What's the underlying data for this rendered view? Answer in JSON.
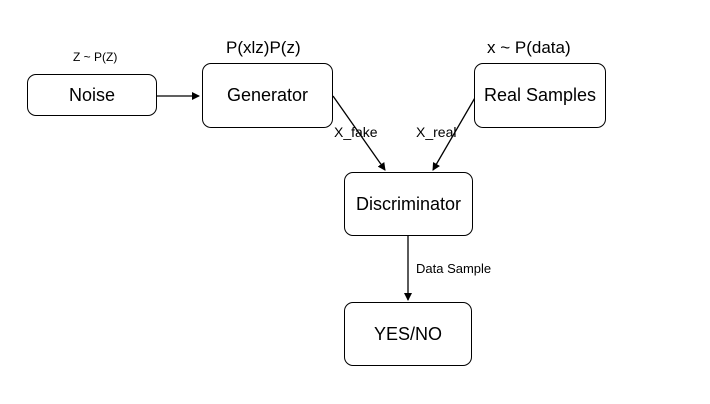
{
  "nodes": {
    "noise": "Noise",
    "generator": "Generator",
    "real_samples": "Real Samples",
    "discriminator": "Discriminator",
    "output": "YES/NO"
  },
  "labels": {
    "noise_prior": "Z ~ P(Z)",
    "generator_dist": "P(xlz)P(z)",
    "data_dist": "x ~ P(data)",
    "fake_edge": "X_fake",
    "real_edge": "X_real",
    "sample_edge": "Data Sample"
  }
}
